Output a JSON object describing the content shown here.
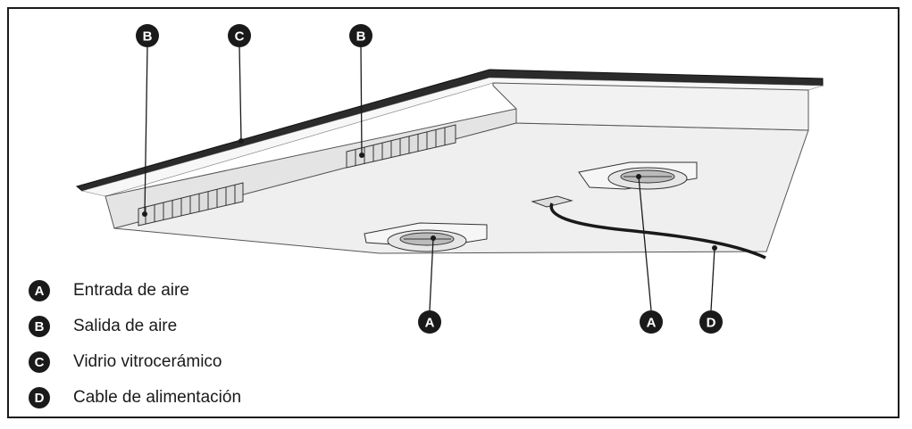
{
  "callouts": {
    "air_inlet": "A",
    "air_outlet": "B",
    "glass": "C",
    "power_cable": "D"
  },
  "legend": [
    {
      "letter": "A",
      "label": "Entrada de aire"
    },
    {
      "letter": "B",
      "label": "Salida de aire"
    },
    {
      "letter": "C",
      "label": "Vidrio vitrocerámico"
    },
    {
      "letter": "D",
      "label": "Cable de alimentación"
    }
  ],
  "colors": {
    "ink": "#1a1a1a",
    "housing": "#eeeeee",
    "housing_side": "#e2e2e2",
    "glass_edge": "#2b2b2b"
  }
}
